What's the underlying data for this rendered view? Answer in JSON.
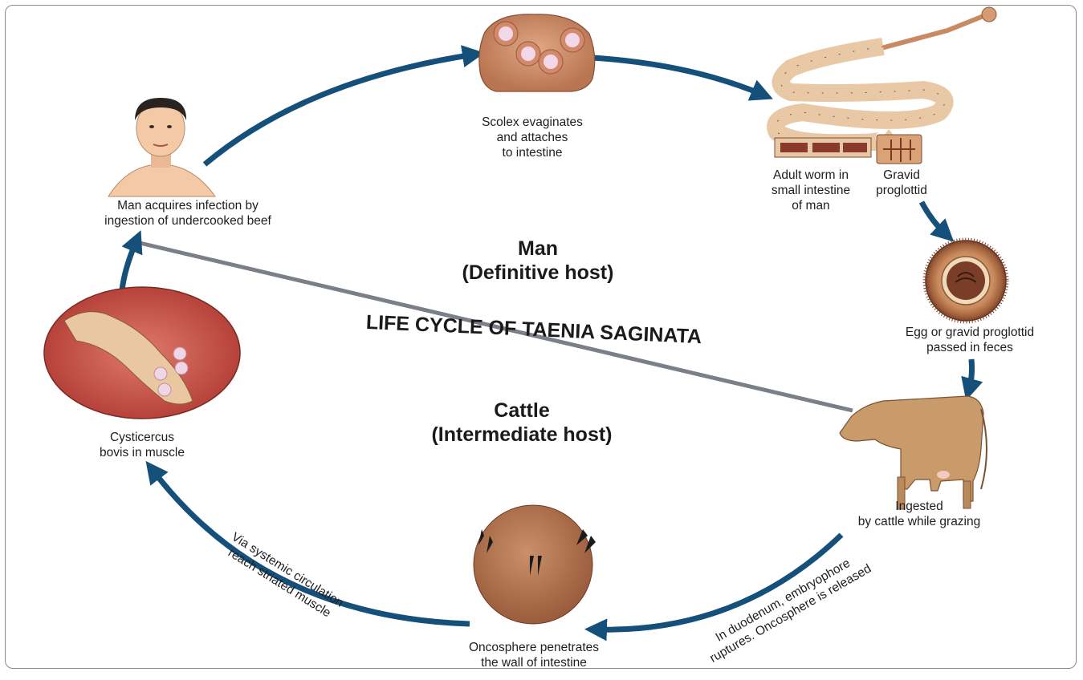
{
  "diagram": {
    "title": "LIFE CYCLE OF TAENIA SAGINATA",
    "hosts": {
      "definitive": {
        "name": "Man",
        "role": "(Definitive host)"
      },
      "intermediate": {
        "name": "Cattle",
        "role": "(Intermediate host)"
      }
    },
    "stages": {
      "man": [
        "Man acquires infection by",
        "ingestion of undercooked beef"
      ],
      "scolex": [
        "Scolex evaginates",
        "and attaches",
        "to intestine"
      ],
      "adult_worm": [
        "Adult worm in",
        "small intestine",
        "of man"
      ],
      "gravid": [
        "Gravid",
        "proglottid"
      ],
      "egg": [
        "Egg or gravid proglottid",
        "passed in feces"
      ],
      "cattle": [
        "Ingested",
        "by cattle while grazing"
      ],
      "oncosphere": [
        "Oncosphere penetrates",
        "the wall of intestine"
      ],
      "cysticercus": [
        "Cysticercus",
        "bovis in muscle"
      ]
    },
    "arrow_labels": {
      "duodenum": [
        "In duodenum, embryophore",
        "ruptures. Oncosphere is released"
      ],
      "circulation": [
        "Via systemic circulation",
        "reach striated muscle"
      ]
    },
    "colors": {
      "arrow": "#15507a",
      "divider": "#7a7f88",
      "skin": "#f3c9a6",
      "cattle": "#c99a6a",
      "muscle": "#c7524a",
      "worm": "#e9c9a5"
    }
  }
}
